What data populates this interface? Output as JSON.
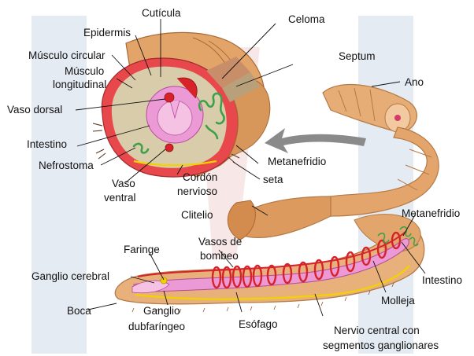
{
  "labels": {
    "cuticula": "Cutícula",
    "epidermis": "Epidermis",
    "celoma": "Celoma",
    "musculo_circular": "Músculo circular",
    "musculo": "Músculo",
    "longitudinal": "longitudinal",
    "septum": "Septum",
    "ano": "Ano",
    "vaso_dorsal": "Vaso dorsal",
    "intestino_1": "Intestino",
    "nefrostoma": "Nefrostoma",
    "vaso": "Vaso",
    "ventral": "ventral",
    "cordon": "Cordón",
    "nervioso": "nervioso",
    "metanefridio_1": "Metanefridio",
    "seta": "seta",
    "clitelio": "Clitelio",
    "metanefridio_2": "Metanefridio",
    "faringe": "Faringe",
    "vasos_de": "Vasos de",
    "bombeo": "bombeo",
    "ganglio_cerebral": "Ganglio cerebral",
    "intestino_2": "Intestino",
    "molleja": "Molleja",
    "boca": "Boca",
    "ganglio": "Ganglio",
    "dubfaringeo": "dubfaríngeo",
    "esofago": "Esófago",
    "nervio_central": "Nervio central con",
    "segmentos": "segmentos ganglionares"
  },
  "colors": {
    "body_fill": "#e8b07a",
    "cross_section_wall": "#e8484c",
    "cavity": "#d9ccaa",
    "intestine": "#e89ad8",
    "vessel_red": "#d8222a",
    "nerve_yellow": "#f2d300",
    "nephridium_green": "#4caf50",
    "arrow_gray": "#8a8a8a"
  }
}
